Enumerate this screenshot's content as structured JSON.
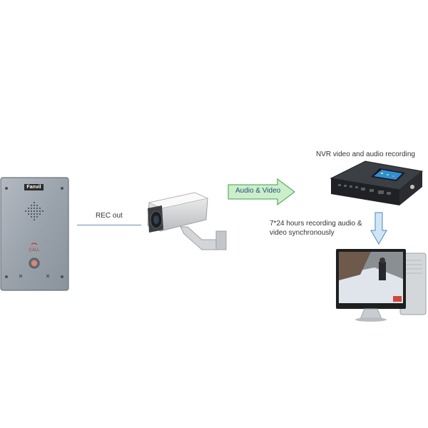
{
  "doorphone": {
    "brand": "Fanvil",
    "call_label": "CALL"
  },
  "labels": {
    "rec_out": "REC out",
    "audio_video": "Audio & Video",
    "nvr_title": "NVR video and audio recording",
    "recording_line1": "7*24 hours recording audio &",
    "recording_line2": "video synchronously"
  },
  "colors": {
    "panel_steel": "#9aa2ab",
    "connector_line": "#6b8fb8",
    "arrow_fill": "#cdeecb",
    "arrow_stroke": "#3aa04a",
    "nvr_body": "#2a2a2a",
    "call_red": "#c0392b"
  }
}
